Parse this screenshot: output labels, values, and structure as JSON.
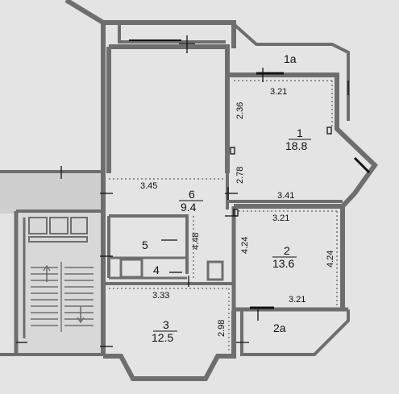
{
  "plan": {
    "rooms": [
      {
        "id": "r1",
        "number": "1",
        "area": "18.8"
      },
      {
        "id": "r2",
        "number": "2",
        "area": "13.6"
      },
      {
        "id": "r3",
        "number": "3",
        "area": "12.5"
      },
      {
        "id": "r4",
        "number": "4",
        "area": ""
      },
      {
        "id": "r5",
        "number": "5",
        "area": ""
      },
      {
        "id": "r6",
        "number": "6",
        "area": "9.4"
      },
      {
        "id": "b1",
        "number": "1a",
        "area": ""
      },
      {
        "id": "b2",
        "number": "2a",
        "area": ""
      }
    ],
    "dimensions": {
      "d_321_top": "3.21",
      "d_236": "2.36",
      "d_278": "2.78",
      "d_345": "3.45",
      "d_341": "3.41",
      "d_321_mid": "3.21",
      "d_448": "4.48",
      "d_424_left": "4.24",
      "d_424_right": "4.24",
      "d_333": "3.33",
      "d_321_bottom": "3.21",
      "d_298": "2.98"
    }
  }
}
